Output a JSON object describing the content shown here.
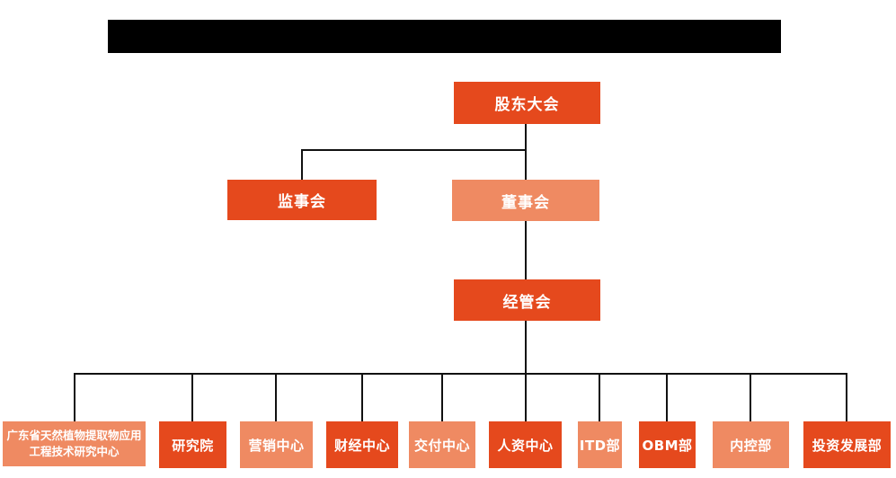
{
  "colors": {
    "primary_box": "#e5491d",
    "secondary_box": "#ef8a62",
    "connector_line": "#111111",
    "box_text": "#ffffff",
    "redaction_bar": "#000000",
    "background": "#ffffff"
  },
  "org_chart": {
    "type": "org-tree",
    "title_redacted": true,
    "nodes": {
      "shareholders_meeting": {
        "label": "股东大会",
        "variant": "primary",
        "parent": null
      },
      "supervisory_board": {
        "label": "监事会",
        "variant": "primary",
        "parent": "shareholders_meeting"
      },
      "board_of_directors": {
        "label": "董事会",
        "variant": "secondary",
        "parent": "shareholders_meeting"
      },
      "management_committee": {
        "label": "经管会",
        "variant": "primary",
        "parent": "board_of_directors"
      }
    },
    "departments": [
      {
        "label": "广东省天然植物提取物应用工程技术研究中心",
        "variant": "secondary",
        "parent": "management_committee"
      },
      {
        "label": "研究院",
        "variant": "primary",
        "parent": "management_committee"
      },
      {
        "label": "营销中心",
        "variant": "secondary",
        "parent": "management_committee"
      },
      {
        "label": "财经中心",
        "variant": "primary",
        "parent": "management_committee"
      },
      {
        "label": "交付中心",
        "variant": "secondary",
        "parent": "management_committee"
      },
      {
        "label": "人资中心",
        "variant": "primary",
        "parent": "management_committee"
      },
      {
        "label": "ITD部",
        "variant": "secondary",
        "parent": "management_committee"
      },
      {
        "label": "OBM部",
        "variant": "primary",
        "parent": "management_committee"
      },
      {
        "label": "内控部",
        "variant": "secondary",
        "parent": "management_committee"
      },
      {
        "label": "投资发展部",
        "variant": "primary",
        "parent": "management_committee"
      }
    ]
  }
}
